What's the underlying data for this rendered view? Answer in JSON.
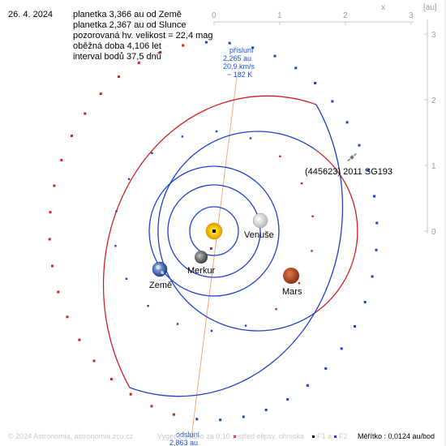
{
  "header": {
    "date": "26. 4. 2024",
    "info_lines": [
      "planetka 3,366 au od Země",
      "planetka 2,367 au od Slunce",
      "pozorovaná hv. velikost = 22,4 mag",
      "oběžná doba 4,106 let",
      "interval bodů 37,5 dnů"
    ]
  },
  "axes": {
    "x_label": "x",
    "unit_label": "[au]",
    "x_ticks": [
      "0",
      "1",
      "2",
      "3"
    ],
    "y_ticks": [
      "3",
      "2",
      "1",
      "0"
    ]
  },
  "perihelion": {
    "title": "přísluní",
    "distance": "2,265 au",
    "speed": "20,9 km/s",
    "temperature": "~ 182 K"
  },
  "aphelion": {
    "title": "odsluní",
    "distance": "2,863 au"
  },
  "labels": {
    "asteroid": "(445623) 2011 SG193",
    "venus": "Venuše",
    "mercury": "Merkur",
    "earth": "Země",
    "mars": "Mars"
  },
  "footer": {
    "copyright": "© 2024 Astronomia, astronomia.zcu.cz",
    "generated": "Vygenerováno za 0,10 s",
    "legend_center": "střed elipsy, ohniska",
    "legend_f1": "F1 a",
    "legend_f2": "F2",
    "scale": "Měřítko : 0,0124 au/bod"
  },
  "colors": {
    "orbit_blue": "#1f3fcf",
    "orbit_red": "#cf1f1f",
    "apsis_line": "#f0a878",
    "sun": "#f5c400",
    "mars": "#b84a2a",
    "venus": "#e8e8e8",
    "earth": "#4a78c8",
    "mercury": "#6a6a6a"
  }
}
